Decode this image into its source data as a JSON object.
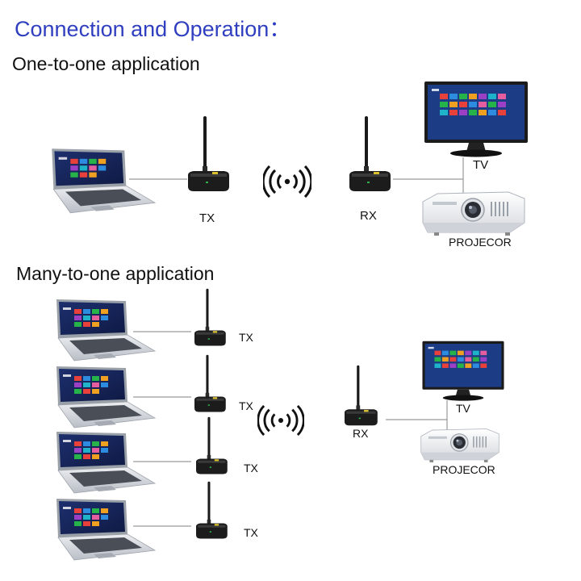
{
  "header": {
    "title": "Connection and Operation："
  },
  "section_one_to_one": {
    "heading": "One-to-one application",
    "transmitter_label": "TX",
    "receiver_label": "RX",
    "tv_label": "TV",
    "projector_label": "PROJECOR"
  },
  "section_many_to_one": {
    "heading": "Many-to-one application",
    "transmitter_labels": [
      "TX",
      "TX",
      "TX",
      "TX"
    ],
    "receiver_label": "RX",
    "tv_label": "TV",
    "projector_label": "PROJECOR"
  },
  "icons": {
    "laptop": "laptop-icon",
    "transmitter": "wireless-transmitter-icon",
    "receiver": "wireless-receiver-icon",
    "signal": "wireless-signal-icon",
    "tv": "tv-monitor-icon",
    "projector": "projector-icon"
  },
  "colors": {
    "title": "#2f3fbf",
    "device_body": "#1c1c1c",
    "tile_palette": [
      "#e8413b",
      "#2e8ce0",
      "#26b34a",
      "#f0a020",
      "#9b3fc4",
      "#1fb3c9",
      "#e35d9f"
    ]
  }
}
